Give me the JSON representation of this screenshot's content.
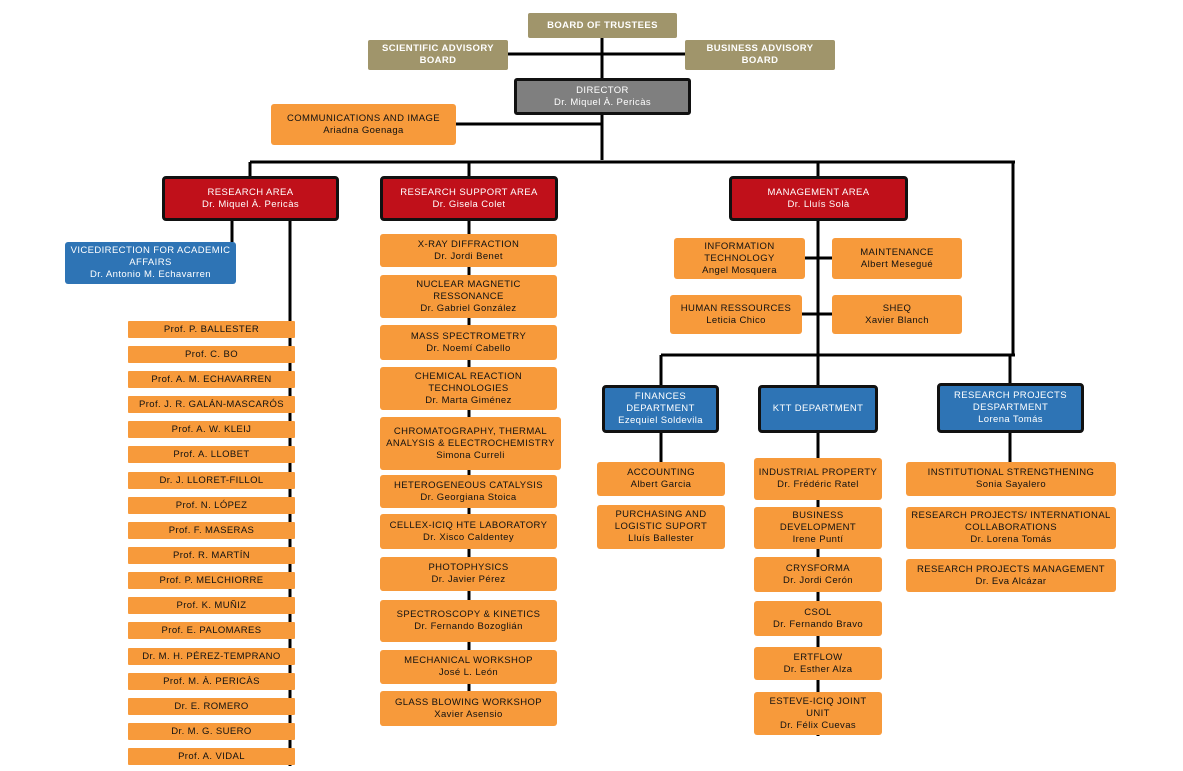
{
  "colors": {
    "board": "#a0956b",
    "director": "#7f7f7f",
    "area": "#c0101a",
    "department": "#2e74b5",
    "unit": "#f79a3b",
    "line": "#000000"
  },
  "board_of_trustees": "BOARD OF TRUSTEES",
  "scientific_advisory": "SCIENTIFIC ADVISORY BOARD",
  "business_advisory": "BUSINESS ADVISORY BOARD",
  "director": {
    "title": "DIRECTOR",
    "name": "Dr. Miquel À. Pericàs"
  },
  "communications": {
    "title": "COMMUNICATIONS AND IMAGE",
    "name": "Ariadna Goenaga"
  },
  "research_area": {
    "title": "RESEARCH AREA",
    "name": "Dr. Miquel À. Pericàs"
  },
  "research_support_area": {
    "title": "RESEARCH SUPPORT AREA",
    "name": "Dr. Gisela Colet"
  },
  "management_area": {
    "title": "MANAGEMENT AREA",
    "name": "Dr. Lluís Solà"
  },
  "vicedirection": {
    "title": "VICEDIRECTION FOR ACADEMIC AFFAIRS",
    "name": "Dr. Antonio M. Echavarren"
  },
  "professors": [
    "Prof. P. BALLESTER",
    "Prof. C. BO",
    "Prof. A. M. ECHAVARREN",
    "Prof. J. R. GALÁN-MASCARÓS",
    "Prof. A. W. KLEIJ",
    "Prof. A. LLOBET",
    "Dr. J. LLORET-FILLOL",
    "Prof. N. LÓPEZ",
    "Prof. F. MASERAS",
    "Prof. R. MARTÍN",
    "Prof. P. MELCHIORRE",
    "Prof. K. MUÑIZ",
    "Prof. E. PALOMARES",
    "Dr. M. H. PÉREZ-TEMPRANO",
    "Prof. M. À. PERICÀS",
    "Dr. E. ROMERO",
    "Dr. M. G. SUERO",
    "Prof. A. VIDAL"
  ],
  "support_units": [
    {
      "title": "X-RAY DIFFRACTION",
      "name": "Dr. Jordi Benet"
    },
    {
      "title": "NUCLEAR MAGNETIC RESSONANCE",
      "name": "Dr. Gabriel González"
    },
    {
      "title": "MASS SPECTROMETRY",
      "name": "Dr. Noemí Cabello"
    },
    {
      "title": "CHEMICAL REACTION TECHNOLOGIES",
      "name": "Dr. Marta Giménez"
    },
    {
      "title": "CHROMATOGRAPHY, THERMAL ANALYSIS & ELECTROCHEMISTRY",
      "name": "Simona Curreli"
    },
    {
      "title": "HETEROGENEOUS CATALYSIS",
      "name": "Dr. Georgiana Stoica"
    },
    {
      "title": "CELLEX-ICIQ HTE LABORATORY",
      "name": "Dr. Xisco Caldentey"
    },
    {
      "title": "PHOTOPHYSICS",
      "name": "Dr. Javier Pérez"
    },
    {
      "title": "SPECTROSCOPY & KINETICS",
      "name": "Dr. Fernando Bozoglián"
    },
    {
      "title": "MECHANICAL WORKSHOP",
      "name": "José L. León"
    },
    {
      "title": "GLASS BLOWING WORKSHOP",
      "name": "Xavier Asensio"
    }
  ],
  "management_units": [
    {
      "title": "INFORMATION TECHNOLOGY",
      "name": "Angel Mosquera"
    },
    {
      "title": "MAINTENANCE",
      "name": "Albert Mesegué"
    },
    {
      "title": "HUMAN RESSOURCES",
      "name": "Leticia Chico"
    },
    {
      "title": "SHEQ",
      "name": "Xavier Blanch"
    }
  ],
  "finances": {
    "title": "FINANCES DEPARTMENT",
    "name": "Ezequiel Soldevila"
  },
  "ktt": {
    "title": "KTT DEPARTMENT"
  },
  "research_projects": {
    "title": "RESEARCH PROJECTS DESPARTMENT",
    "name": "Lorena Tomás"
  },
  "finance_units": [
    {
      "title": "ACCOUNTING",
      "name": "Albert Garcia"
    },
    {
      "title": "PURCHASING AND LOGISTIC SUPORT",
      "name": "Lluís Ballester"
    }
  ],
  "ktt_units": [
    {
      "title": "INDUSTRIAL PROPERTY",
      "name": "Dr. Frédéric Ratel"
    },
    {
      "title": "BUSINESS DEVELOPMENT",
      "name": "Irene Puntí"
    },
    {
      "title": "CRYSFORMA",
      "name": "Dr. Jordi Cerón"
    },
    {
      "title": "CSOL",
      "name": "Dr. Fernando Bravo"
    },
    {
      "title": "ERTFLOW",
      "name": "Dr. Esther Alza"
    },
    {
      "title": "ESTEVE-ICIQ JOINT UNIT",
      "name": "Dr. Félix Cuevas"
    }
  ],
  "project_units": [
    {
      "title": "INSTITUTIONAL STRENGTHENING",
      "name": "Sonia Sayalero"
    },
    {
      "title": "RESEARCH PROJECTS/ INTERNATIONAL COLLABORATIONS",
      "name": "Dr. Lorena Tomás"
    },
    {
      "title": "RESEARCH PROJECTS MANAGEMENT",
      "name": "Dr. Eva Alcázar"
    }
  ]
}
